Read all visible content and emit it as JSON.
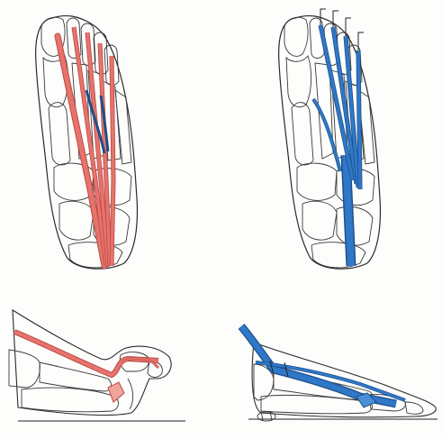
{
  "figure": {
    "panels": [
      {
        "id": "dorsal-flexor-view",
        "tendon_color": "#e8736c",
        "tendon_outline": "#b84a44"
      },
      {
        "id": "dorsal-extensor-view",
        "tendon_color": "#2f78c8",
        "tendon_outline": "#1d4f8a"
      },
      {
        "id": "lateral-flexor-view",
        "tendon_color": "#e8736c",
        "tendon_outline": "#b84a44"
      },
      {
        "id": "lateral-extensor-view",
        "tendon_color": "#2f78c8",
        "tendon_outline": "#1d4f8a"
      }
    ],
    "bone_color": "#2a2a2a",
    "background": "#fdfdfc"
  }
}
